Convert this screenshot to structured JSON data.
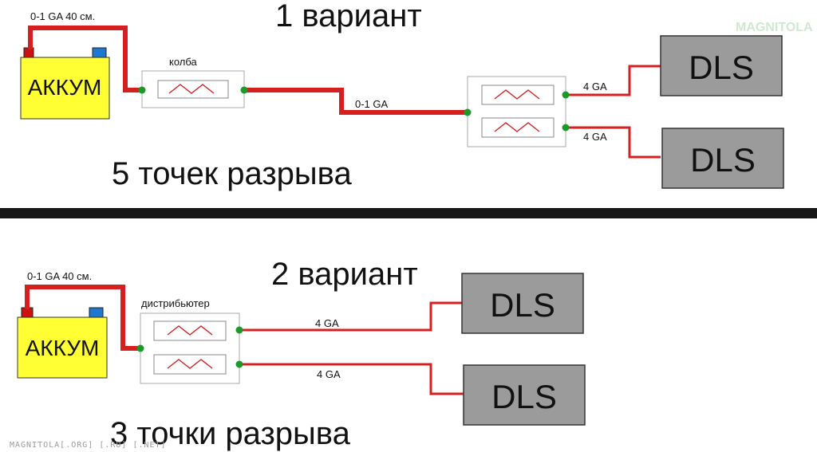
{
  "variant1": {
    "title": "1 вариант",
    "battery_label": "АККУМ",
    "wire_spec": "0-1 GA   40 см.",
    "flask_label": "колба",
    "mid_wire_label": "0-1 GA",
    "out_wire_labels": [
      "4 GA",
      "4 GA"
    ],
    "amp_labels": [
      "DLS",
      "DLS"
    ],
    "break_points": "5 точек разрыва"
  },
  "variant2": {
    "title": "2 вариант",
    "battery_label": "АККУМ",
    "wire_spec": "0-1 GA   40 см.",
    "distributor_label": "дистрибьютер",
    "out_wire_labels": [
      "4 GA",
      "4 GA"
    ],
    "amp_labels": [
      "DLS",
      "DLS"
    ],
    "break_points": "3 точки разрыва"
  },
  "watermark": "MAGNITOLA[.ORG] [.RU] [.NET]",
  "logo_text": "MAGNITOLA",
  "colors": {
    "wire": "#d42020",
    "battery": "#ffff33",
    "terminal_plus": "#cc1111",
    "terminal_minus": "#1e78d2",
    "node": "#1a9a2a",
    "amp_fill": "#9b9b9b",
    "separator": "#161616"
  }
}
